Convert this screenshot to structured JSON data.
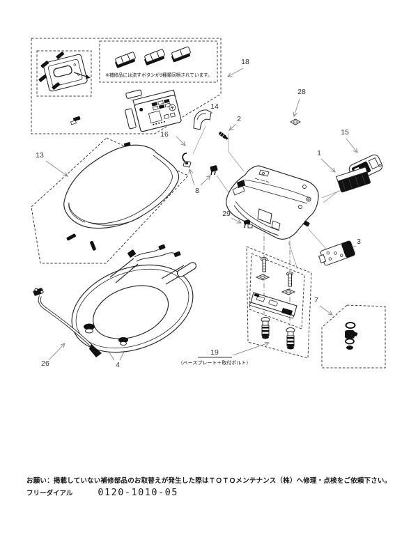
{
  "diagram": {
    "buttons_note": "※補修品には流すボタンが3種類同梱されています。",
    "baseplate_caption": "（ベースプレート＋取付ボルト）",
    "part_labels": {
      "p1": "1",
      "p2": "2",
      "p3": "3",
      "p4": "4",
      "p7": "7",
      "p8": "8",
      "p13": "13",
      "p14": "14",
      "p15": "15",
      "p16": "16",
      "p18": "18",
      "p19": "19",
      "p26": "26",
      "p28": "28",
      "p29": "29"
    }
  },
  "footer": {
    "notice": "お願い：掲載していない補修部品のお取替えが発生した際はＴＯＴＯメンテナンス（株）へ修理・点検をご依頼下さい。",
    "free_dial_label": "フリーダイアル",
    "phone_number": "0120-1010-05"
  },
  "colors": {
    "line": "#2b2b2b",
    "dashed_box": "#3d3d3d",
    "leader": "#8a8a8a",
    "ink_fill": "#111111",
    "background": "#ffffff"
  }
}
